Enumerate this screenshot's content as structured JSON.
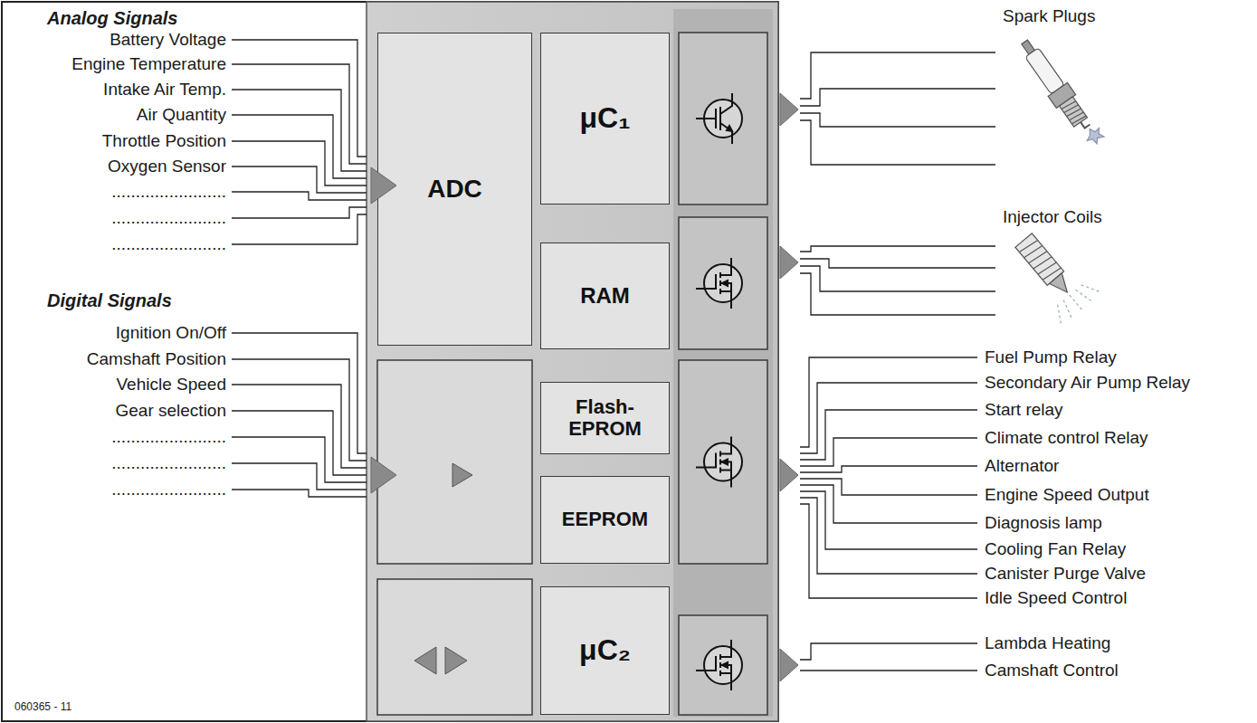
{
  "diagram": {
    "nodes": [
      {
        "text": [
          "ADC"
        ]
      },
      {
        "text": [
          "μC₁"
        ]
      },
      {
        "text": [
          "RAM"
        ]
      },
      {
        "text": [
          "Flash-EPROM"
        ]
      },
      {
        "text": [
          "EEPROM"
        ]
      },
      {
        "text": [
          "μC₂"
        ]
      }
    ],
    "labels": [
      "Analog Signals",
      "Battery Voltage",
      "Engine Temperature",
      "Intake Air Temp.",
      "Air Quantity",
      "Throttle Position",
      "Oxygen Sensor",
      "........................",
      "........................",
      "........................",
      "Digital Signals",
      "Ignition On/Off",
      "Camshaft Position",
      "Vehicle Speed",
      "Gear selection",
      "........................",
      "........................",
      "........................",
      "Spark Plugs",
      "Injector Coils",
      "Fuel Pump Relay",
      "Secondary Air Pump Relay",
      "Start relay",
      "Climate control Relay",
      "Alternator",
      "Engine Speed Output",
      "Diagnosis lamp",
      "Cooling Fan Relay",
      "Canister Purge Valve",
      "Idle Speed Control",
      "Lambda Heating",
      "Camshaft Control",
      "060365 - 11"
    ]
  }
}
